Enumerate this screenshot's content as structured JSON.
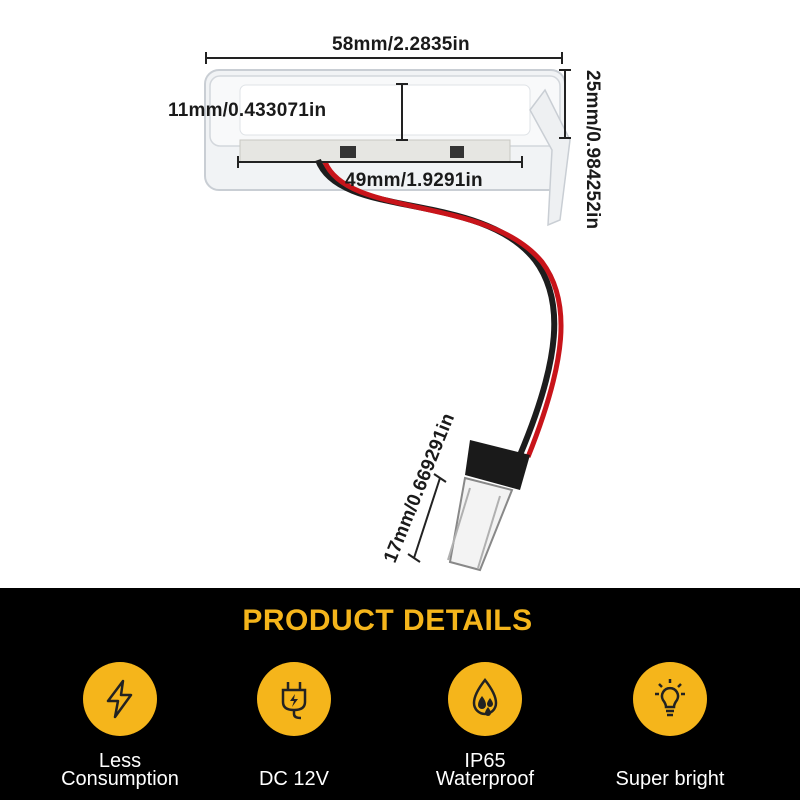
{
  "dimensions": {
    "width_label": "58mm/2.2835in",
    "height_label": "25mm/0.984252in",
    "depth_label": "11mm/0.433071in",
    "inner_width_label": "49mm/1.9291in",
    "plug_label": "17mm/0.669291in"
  },
  "details": {
    "title": "PRODUCT DETAILS",
    "accent_color": "#f5b51b",
    "features": [
      {
        "icon": "lightning-bolt-icon",
        "line1": "Less",
        "line2": "Consumption"
      },
      {
        "icon": "power-plug-icon",
        "line1": "",
        "line2": "DC 12V"
      },
      {
        "icon": "water-drops-icon",
        "line1": "IP65",
        "line2": "Waterproof"
      },
      {
        "icon": "light-bulb-icon",
        "line1": "",
        "line2": "Super bright"
      }
    ]
  }
}
